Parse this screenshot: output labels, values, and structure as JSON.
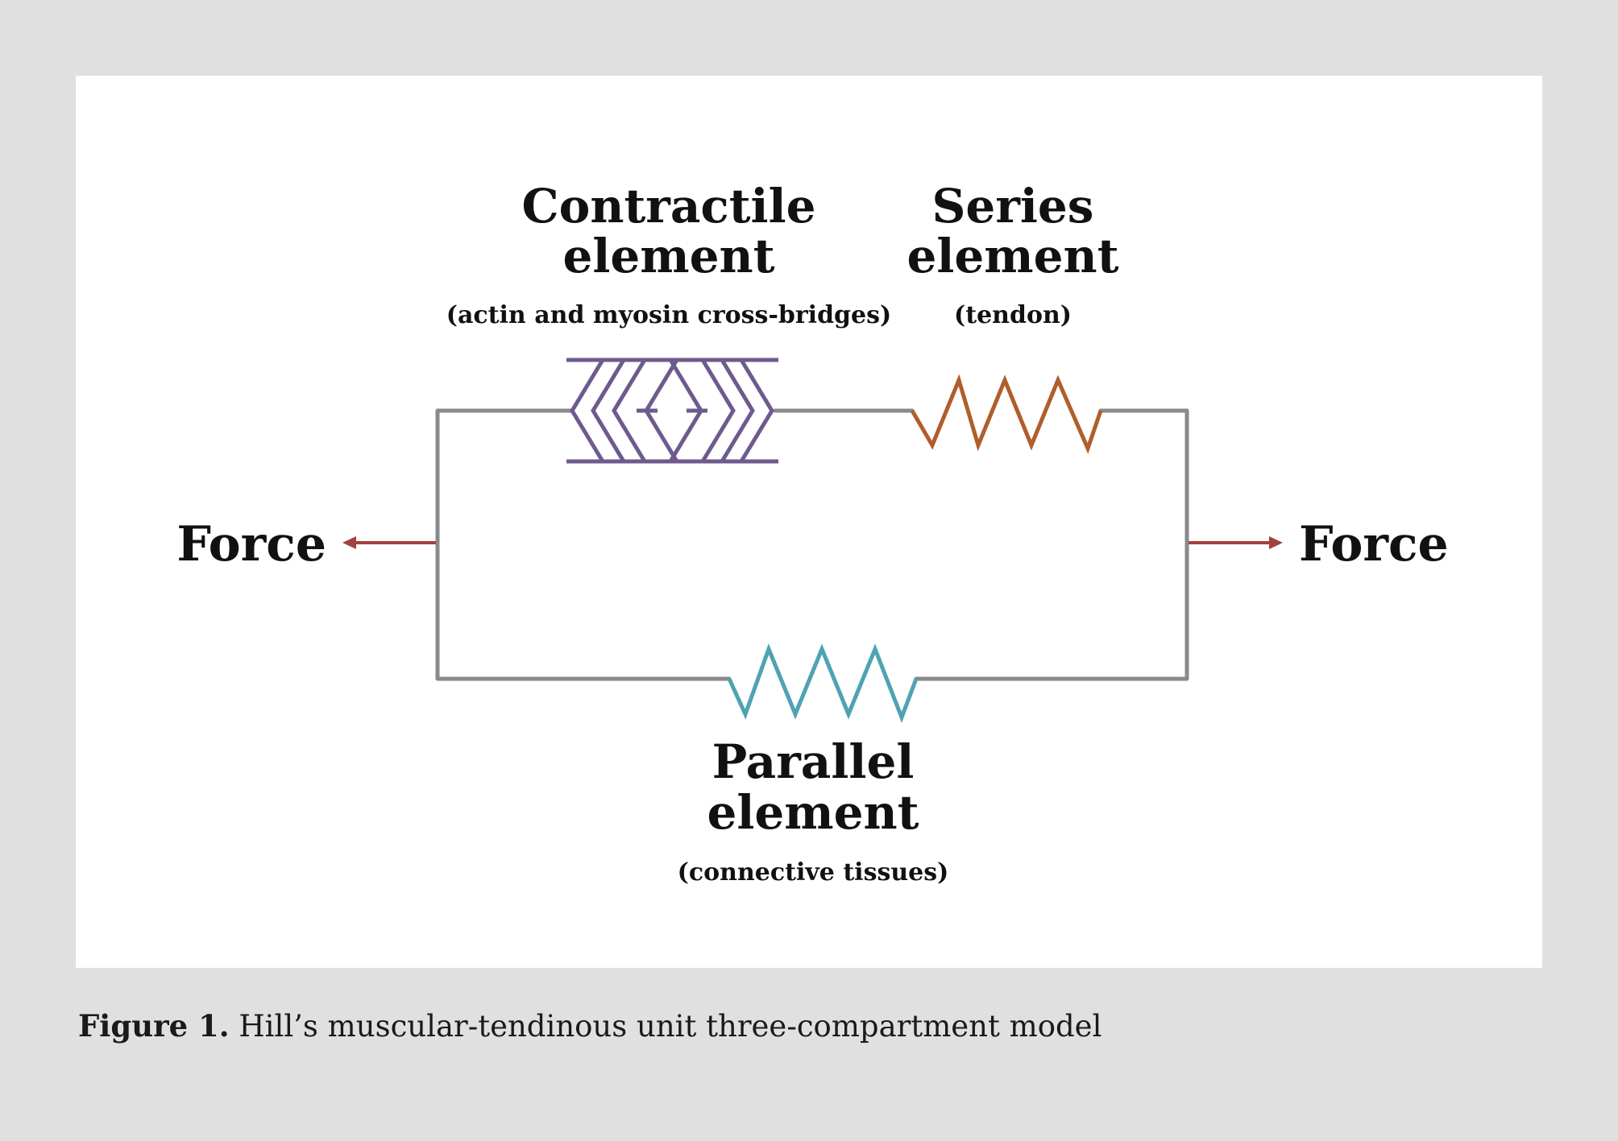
{
  "diagram": {
    "contractile": {
      "title_line1": "Contractile",
      "title_line2": "element",
      "subtitle": "(actin and myosin cross-bridges)",
      "color": "#6e5a8e"
    },
    "series": {
      "title_line1": "Series",
      "title_line2": "element",
      "subtitle": "(tendon)",
      "color": "#b05e2c"
    },
    "parallel": {
      "title_line1": "Parallel",
      "title_line2": "element",
      "subtitle": "(connective tissues)",
      "color": "#4ea3b3"
    },
    "force_left": "Force",
    "force_right": "Force",
    "wire_color": "#8a8a8c",
    "arrow_color": "#a4403f"
  },
  "caption": {
    "label": "Figure 1.",
    "text": " Hill’s muscular-tendinous unit three-compartment model"
  }
}
